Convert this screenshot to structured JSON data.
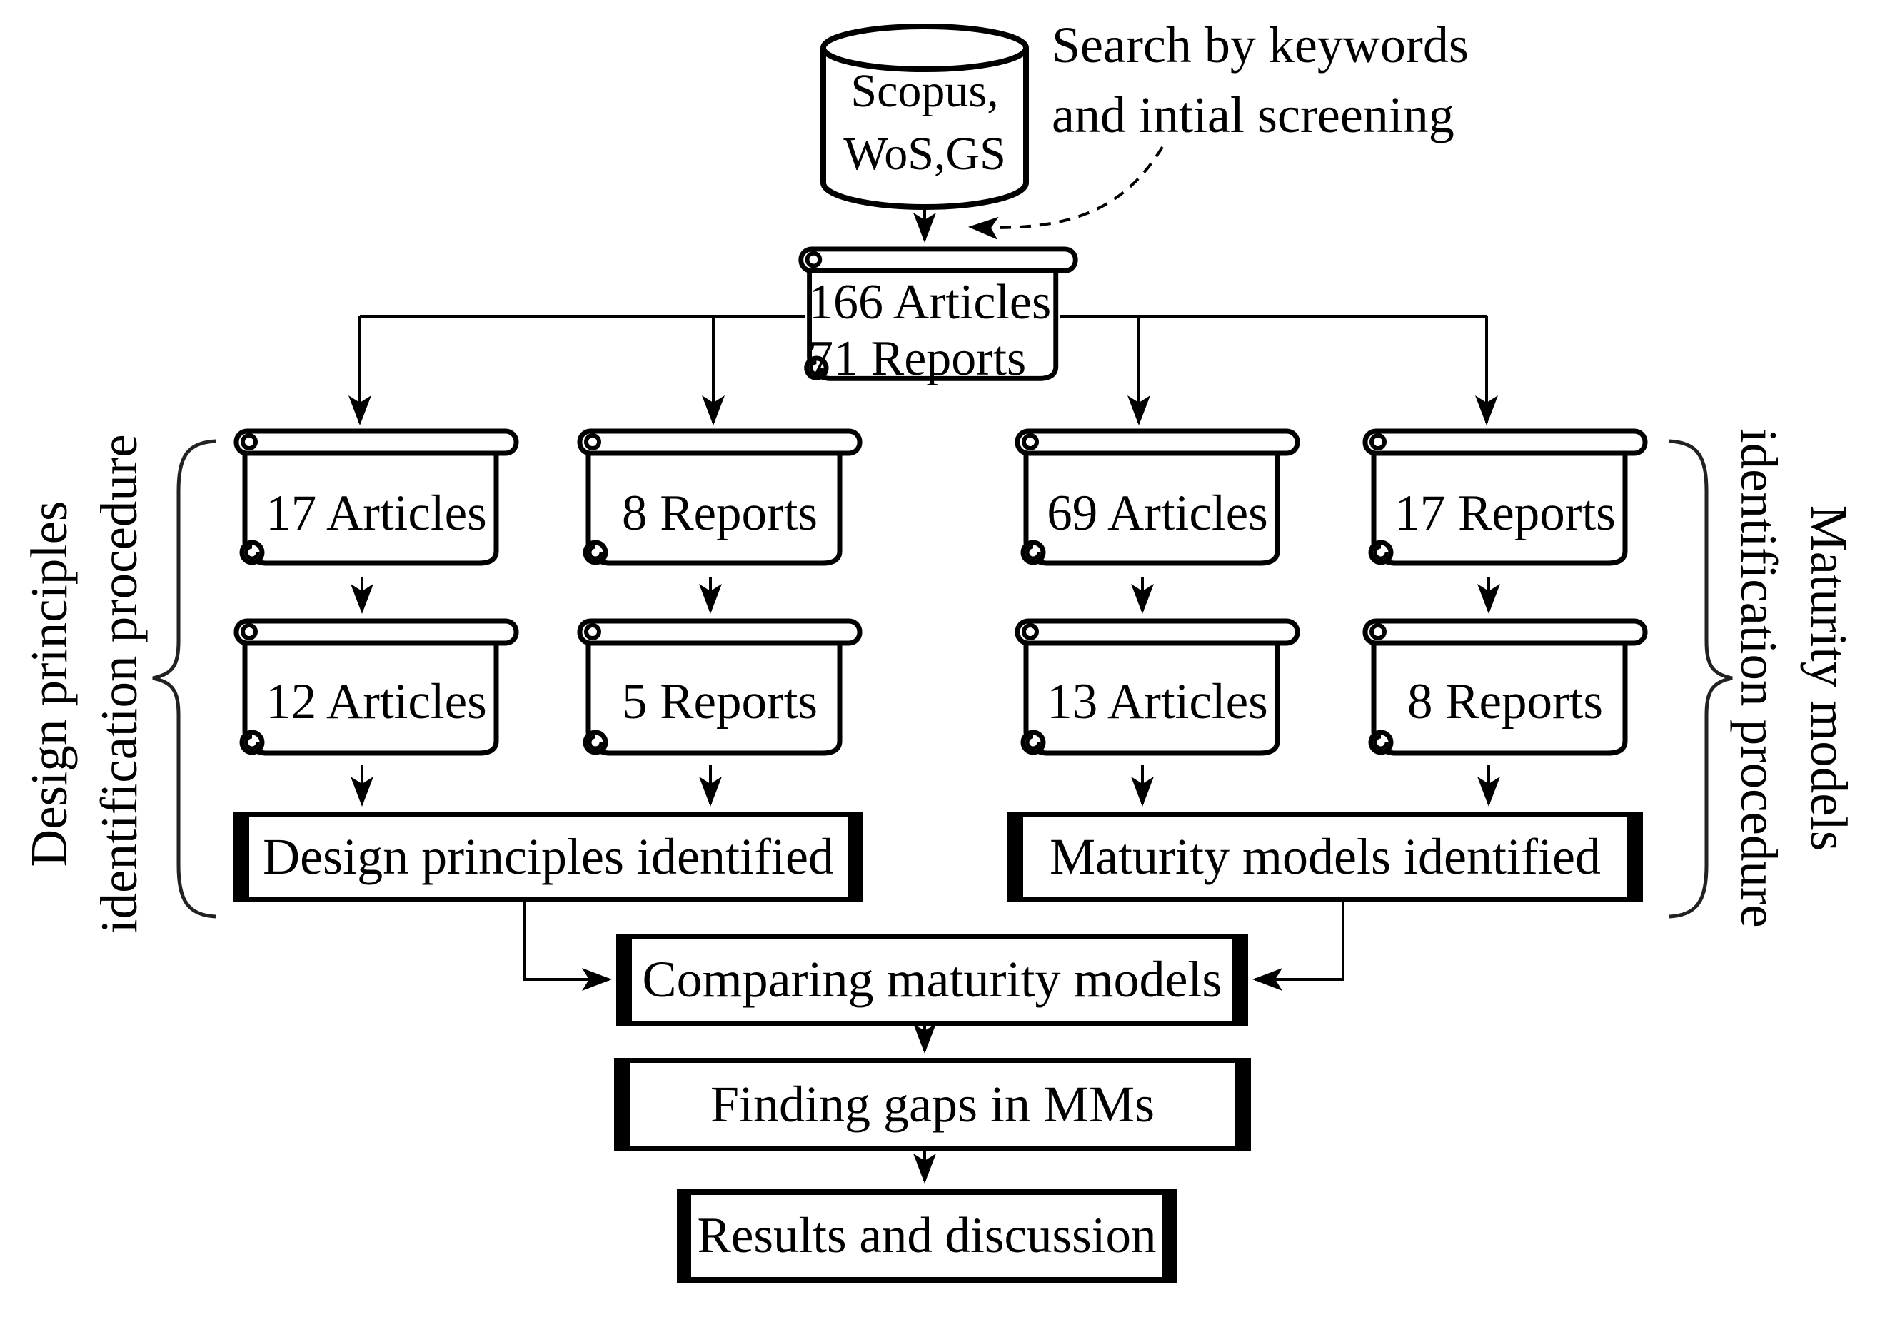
{
  "page": {
    "background": "#ffffff",
    "ink": "#000000"
  },
  "diagram": {
    "database": {
      "line1": "Scopus,",
      "line2": "WoS,GS"
    },
    "annotation": {
      "line1": "Search by keywords",
      "line2": "and intial screening"
    },
    "root_scroll": {
      "line1": "166 Articles",
      "line2": "71 Reports"
    },
    "left_branch": {
      "label_line1": "Design principles",
      "label_line2": "identification procedure",
      "articles_initial": "17 Articles",
      "reports_initial": "8 Reports",
      "articles_screened": "12 Articles",
      "reports_screened": "5 Reports",
      "outcome_box": "Design principles identified"
    },
    "right_branch": {
      "label_line1": "Maturity models",
      "label_line2": "identification procedure",
      "articles_initial": "69 Articles",
      "reports_initial": "17 Reports",
      "articles_screened": "13 Articles",
      "reports_screened": "8 Reports",
      "outcome_box": "Maturity models identified"
    },
    "process_boxes": {
      "comparing": "Comparing maturity models",
      "finding_gaps": "Finding gaps in MMs",
      "results": "Results and discussion"
    }
  }
}
